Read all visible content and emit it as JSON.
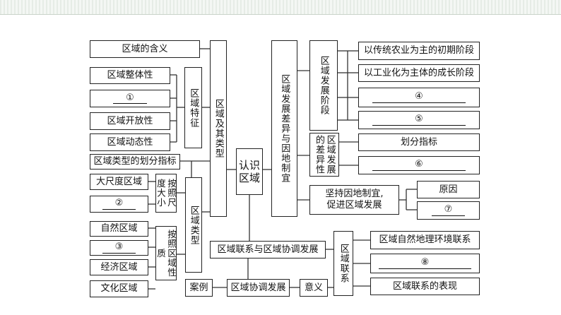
{
  "center": "认识区域",
  "left": {
    "meaning": "区域的含义",
    "features": {
      "label": "区域特征",
      "items": [
        "区域整体性",
        "①",
        "区域开放性",
        "区域动态性"
      ]
    },
    "branch_label": "区域及其类型",
    "type_index": "区域类型的划分指标",
    "types": {
      "label": "区域类型",
      "by_scale": {
        "label": "按照尺度大小",
        "items": [
          "大尺度区域",
          "②"
        ]
      },
      "by_nature": {
        "label": "按照区域性质",
        "items": [
          "自然区域",
          "③",
          "经济区域",
          "文化区域"
        ]
      }
    }
  },
  "right": {
    "branch_label": "区域发展差异与因地制宜",
    "stages": {
      "label": "区域发展阶段",
      "items": [
        "以传统农业为主的初期阶段",
        "以工业化为主体的成长阶段",
        "④",
        "⑤"
      ]
    },
    "differences": {
      "label": "区域发展的差异性",
      "items": [
        "划分指标",
        "⑥"
      ]
    },
    "adapt": {
      "label_line1": "坚持因地制宜,",
      "label_line2": "促进区域发展",
      "items": [
        "原因",
        "⑦"
      ]
    }
  },
  "bottom": {
    "coordination": "区域联系与区域协调发展",
    "case_label": "案例",
    "case_value": "区域协调发展",
    "significance": "意义",
    "connection": {
      "label": "区域联系",
      "items": [
        "区域自然地理环境联系",
        "⑧",
        "区域联系的表现"
      ]
    }
  }
}
